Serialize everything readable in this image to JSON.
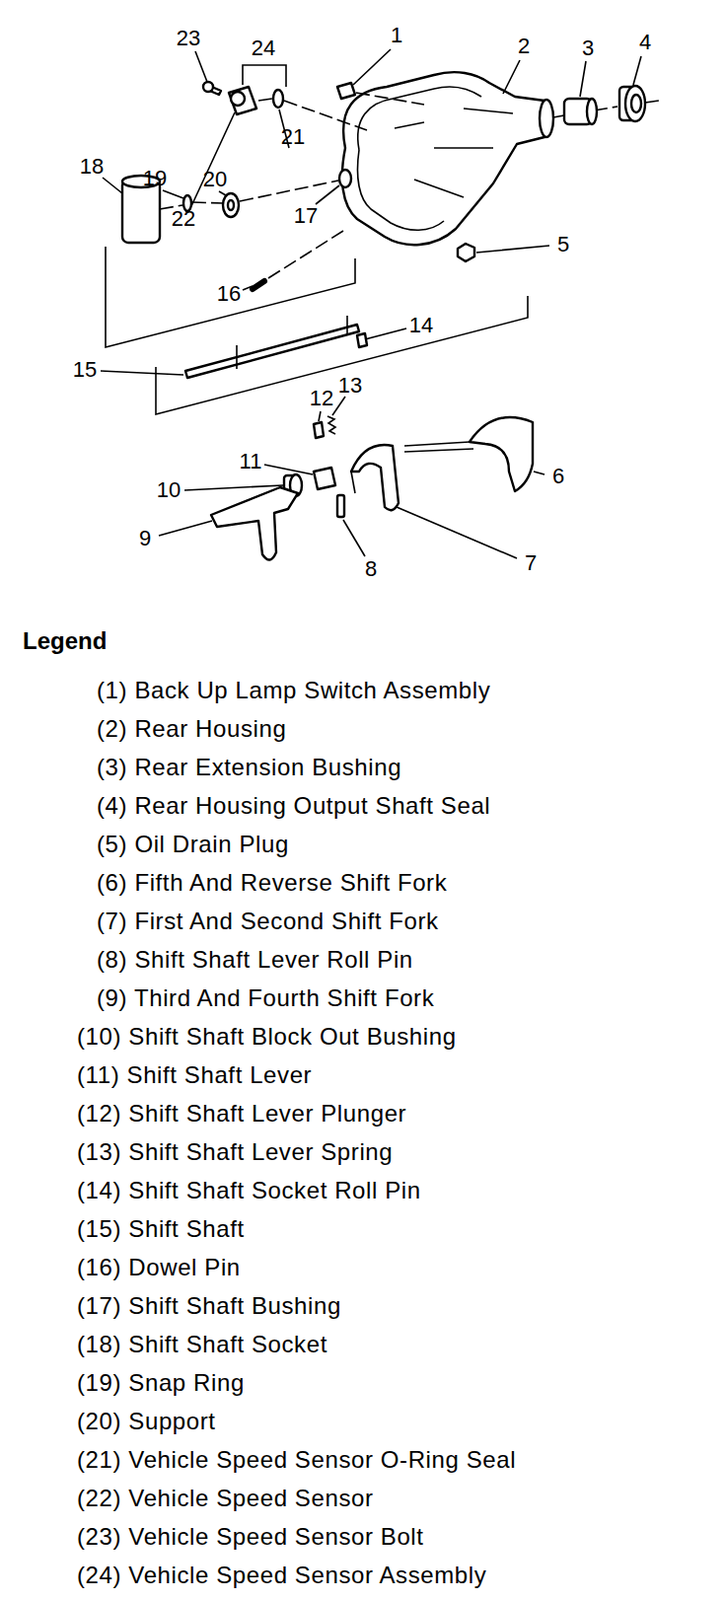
{
  "diagram": {
    "labels": [
      "23",
      "24",
      "1",
      "2",
      "3",
      "4",
      "18",
      "19",
      "20",
      "21",
      "22",
      "17",
      "5",
      "16",
      "15",
      "14",
      "13",
      "12",
      "11",
      "10",
      "6",
      "9",
      "7",
      "8",
      "Legend"
    ],
    "legend": [
      {
        "text": "(1) Back Up Lamp Switch Assembly"
      },
      {
        "text": "(2) Rear Housing"
      },
      {
        "text": "(3) Rear Extension Bushing"
      },
      {
        "text": "(4) Rear Housing Output Shaft Seal"
      },
      {
        "text": "(5) Oil Drain Plug"
      },
      {
        "text": "(6) Fifth And Reverse Shift Fork"
      },
      {
        "text": "(7) First And Second Shift Fork"
      },
      {
        "text": "(8) Shift Shaft Lever Roll Pin"
      },
      {
        "text": "(9) Third And Fourth Shift Fork"
      },
      {
        "text": "(10) Shift Shaft Block Out Bushing"
      },
      {
        "text": "(11) Shift Shaft Lever"
      },
      {
        "text": "(12) Shift Shaft Lever Plunger"
      },
      {
        "text": "(13) Shift Shaft Lever Spring"
      },
      {
        "text": "(14) Shift Shaft Socket Roll Pin"
      },
      {
        "text": "(15) Shift Shaft"
      },
      {
        "text": "(16) Dowel Pin"
      },
      {
        "text": "(17) Shift Shaft Bushing"
      },
      {
        "text": "(18) Shift Shaft Socket"
      },
      {
        "text": "(19) Snap Ring"
      },
      {
        "text": "(20) Support"
      },
      {
        "text": "(21) Vehicle Speed Sensor O-Ring Seal"
      },
      {
        "text": "(22) Vehicle Speed Sensor"
      },
      {
        "text": "(23) Vehicle Speed Sensor Bolt"
      },
      {
        "text": "(24) Vehicle Speed Sensor Assembly"
      }
    ]
  }
}
